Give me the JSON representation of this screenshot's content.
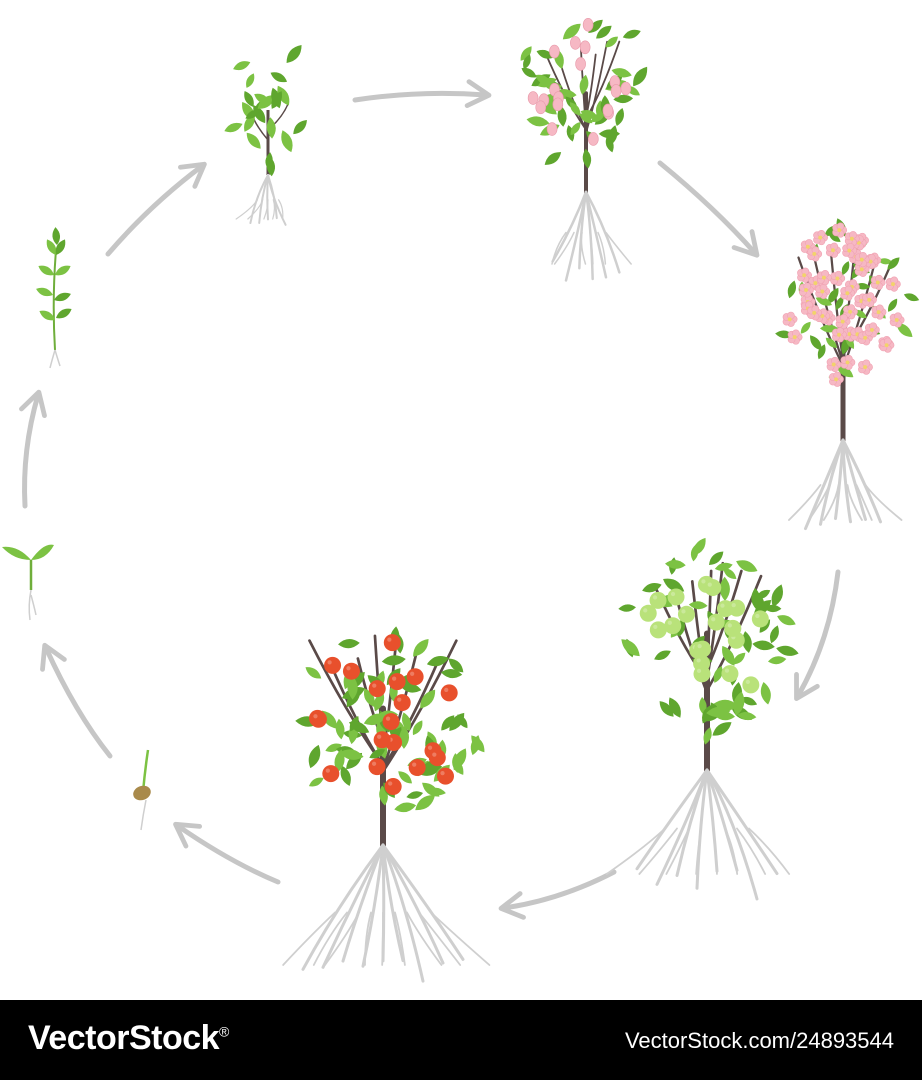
{
  "diagram": {
    "stages": [
      {
        "name": "seed-germination-stage"
      },
      {
        "name": "sprout-stage"
      },
      {
        "name": "seedling-stage"
      },
      {
        "name": "young-plant-stage"
      },
      {
        "name": "budding-tree-stage"
      },
      {
        "name": "flowering-tree-stage"
      },
      {
        "name": "green-fruit-tree-stage"
      },
      {
        "name": "ripe-fruit-tree-stage"
      }
    ],
    "colors": {
      "leaf": "#7cc243",
      "leaf_dark": "#5fa62e",
      "trunk": "#5a4a48",
      "root": "#cfcfcf",
      "arrow": "#c6c6c6",
      "blossom": "#f6b8c4",
      "blossom_center": "#f2d36b",
      "green_fruit": "#b9e27a",
      "red_fruit": "#e8502c",
      "seed": "#a98a4b"
    }
  },
  "footer": {
    "brand": "VectorStock",
    "brand_mark": "®",
    "image_id": "VectorStock.com/24893544"
  }
}
